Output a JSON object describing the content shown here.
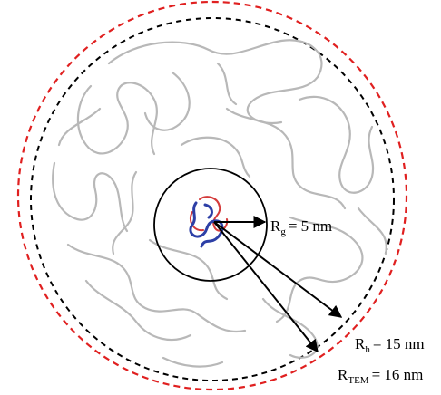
{
  "labels": {
    "rg": {
      "symbol": "R",
      "subscript": "g",
      "value": "= 5 nm"
    },
    "rh": {
      "symbol": "R",
      "subscript": "h",
      "value": "= 15 nm"
    },
    "rtem": {
      "symbol": "R",
      "subscript": "TEM",
      "value": "= 16 nm"
    }
  },
  "colors": {
    "outer_circle": "#e02020",
    "middle_circle": "#000000",
    "inner_circle": "#000000",
    "polymer_chains": "#b8b8b8",
    "core_blue": "#2d3fa6",
    "core_red": "#d43a3a",
    "arrows": "#000000"
  }
}
